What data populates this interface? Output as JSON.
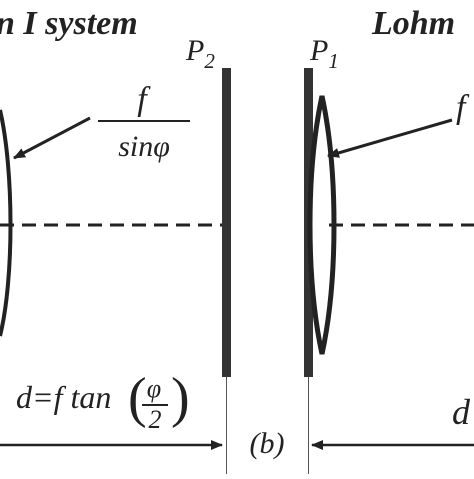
{
  "colors": {
    "ink": "#222222",
    "background": "#ffffff"
  },
  "titles": {
    "left": "n I system",
    "right": "Lohm"
  },
  "planes": {
    "p2": {
      "letter": "P",
      "sub": "2"
    },
    "p1": {
      "letter": "P",
      "sub": "1"
    }
  },
  "lens_left": {
    "numerator": "f",
    "denominator": "sinφ"
  },
  "lens_right": {
    "label": "f"
  },
  "distance_left": {
    "prefix": "d=f tan",
    "numerator": "φ",
    "denominator": "2"
  },
  "distance_right": {
    "label": "d"
  },
  "panel": {
    "label": "(b)"
  }
}
